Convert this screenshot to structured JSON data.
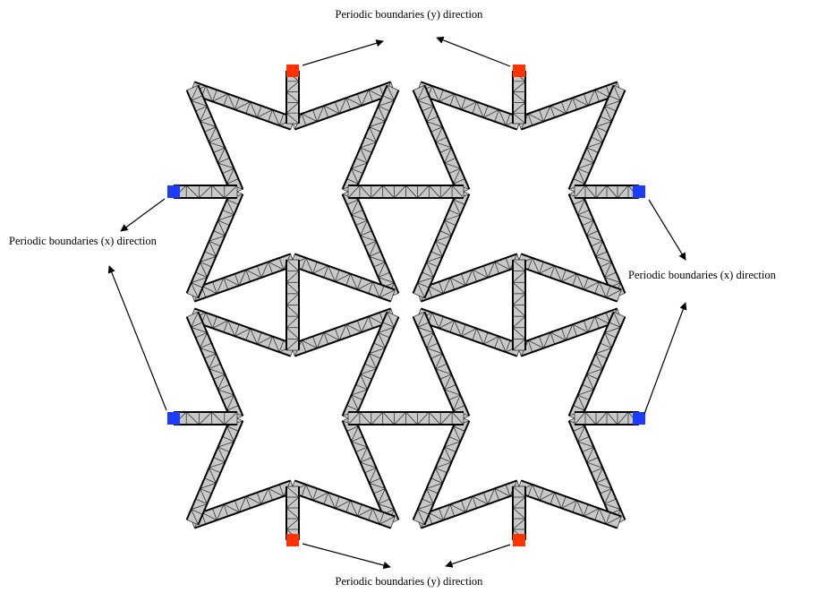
{
  "labels": {
    "top": "Periodic boundaries (y) direction",
    "bottom": "Periodic boundaries (y) direction",
    "left": "Periodic boundaries (x) direction",
    "right": "Periodic boundaries (x) direction"
  },
  "colors": {
    "truss_fill": "#c8c8c8",
    "truss_outline": "#000000",
    "node_y": "#ff3300",
    "node_x": "#1a3cff",
    "arrow": "#000000",
    "background": "#ffffff"
  }
}
